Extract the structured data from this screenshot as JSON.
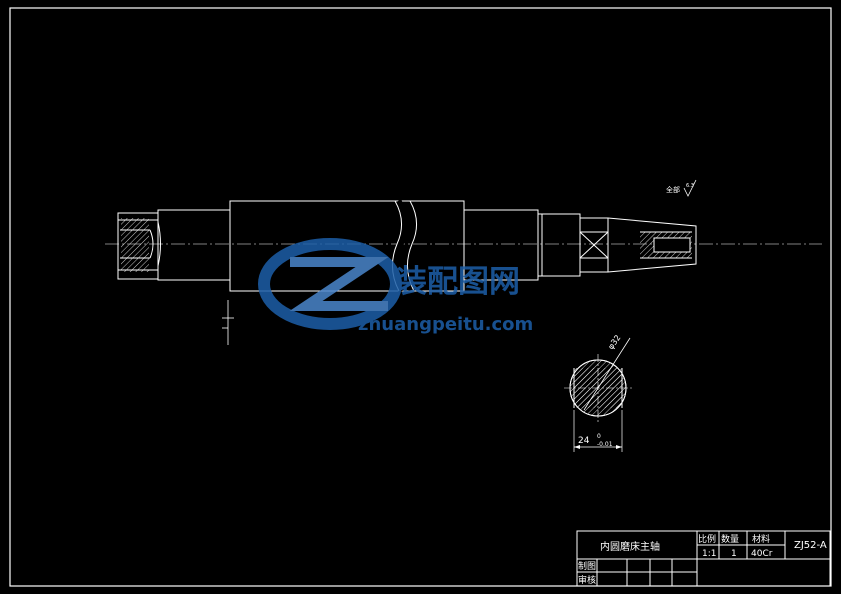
{
  "title_block": {
    "part_name": "内圆磨床主轴",
    "scale_label": "比例",
    "scale_value": "1:1",
    "quantity_label": "数量",
    "quantity_value": "1",
    "material_label": "材料",
    "material_value": "40Cr",
    "drawing_number": "ZJ52-A",
    "drafter_label": "制图",
    "checker_label": "审核"
  },
  "annotations": {
    "surface_note": "全部",
    "roughness_value": "6.3",
    "diameter_label": "φ32",
    "width_label": "24",
    "tolerance_upper": "0",
    "tolerance_lower": "-0.01"
  },
  "watermark": {
    "brand_cn": "装配图网",
    "url": "zhuangpeitu.com"
  },
  "colors": {
    "background": "#000000",
    "line": "#ffffff",
    "watermark_blue": "#1d5fa8",
    "watermark_light": "#4a86cc"
  }
}
